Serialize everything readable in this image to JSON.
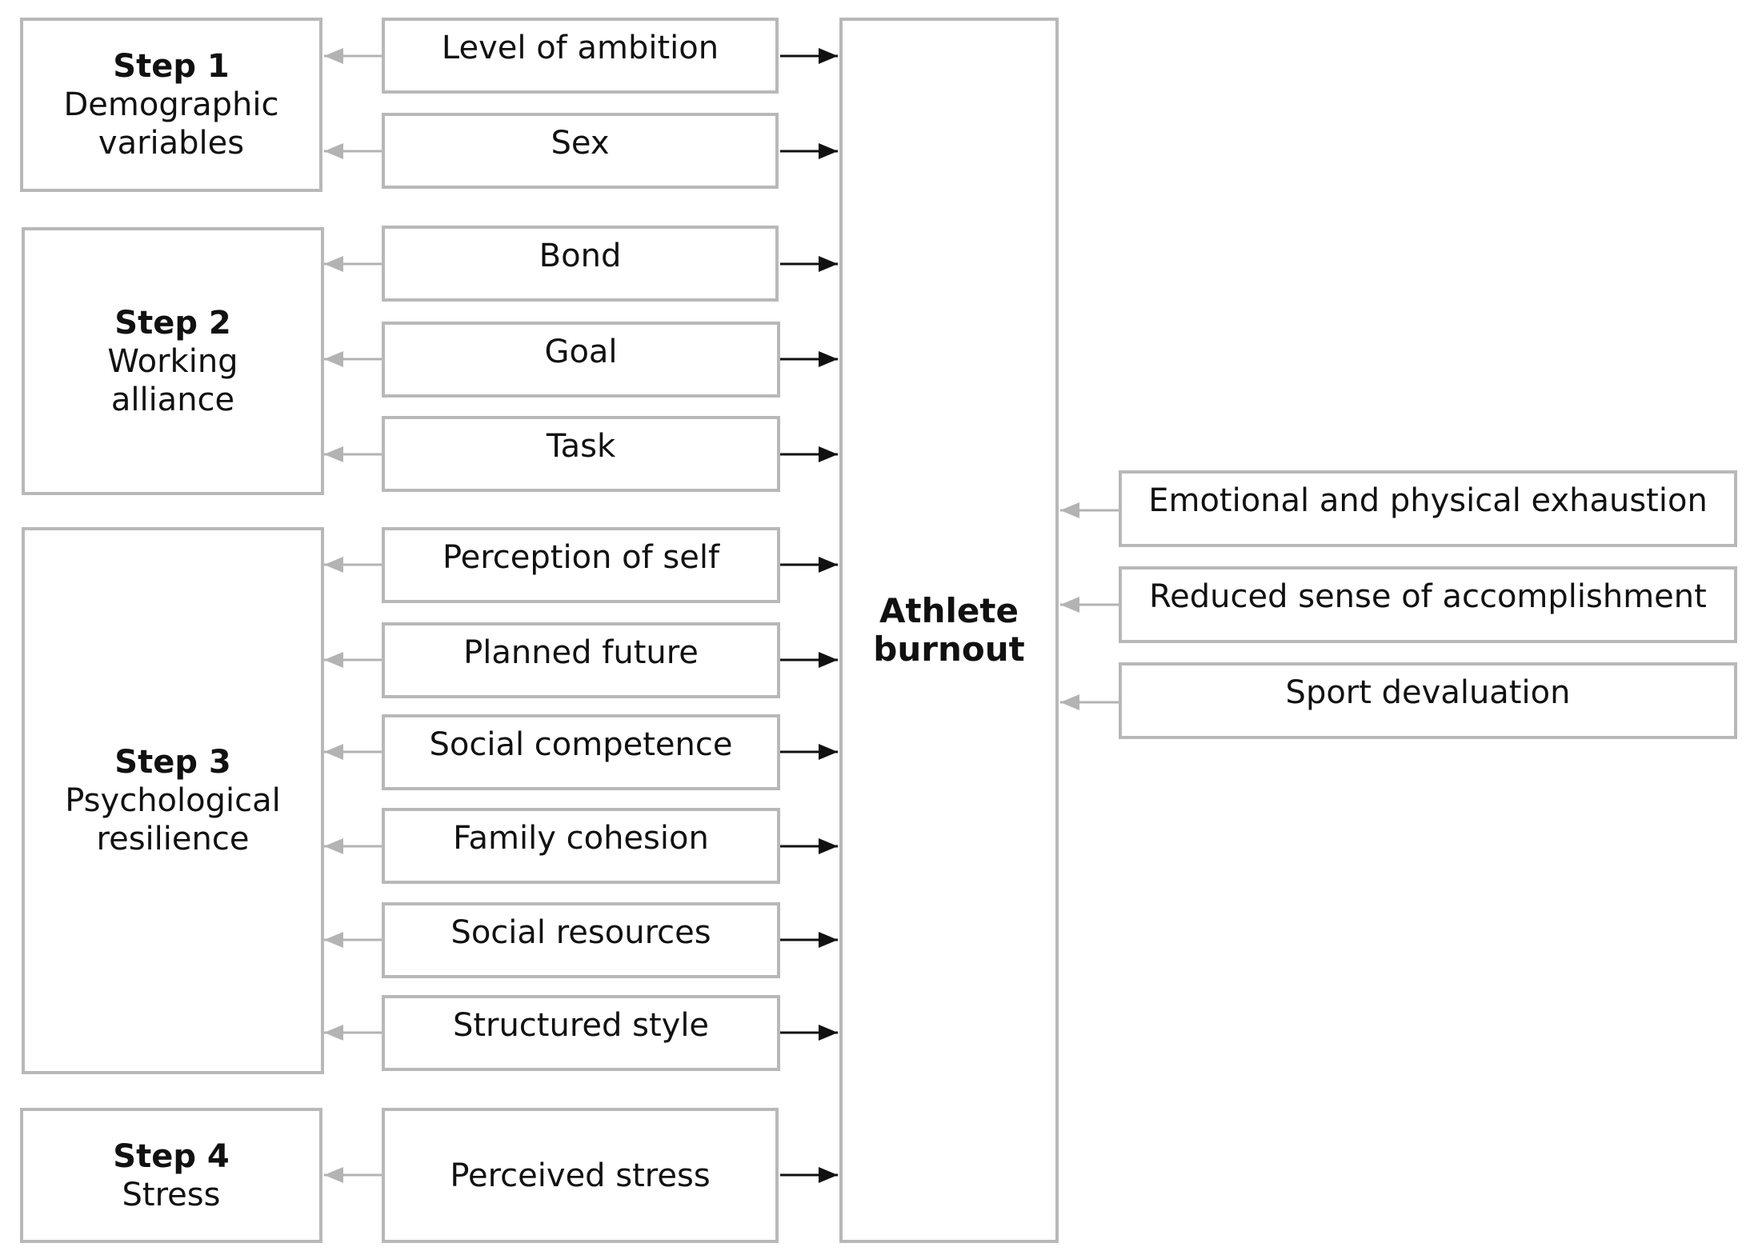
{
  "steps": [
    {
      "title": "Step 1",
      "lines": [
        "Demographic",
        "variables"
      ]
    },
    {
      "title": "Step 2",
      "lines": [
        "Working",
        "alliance"
      ]
    },
    {
      "title": "Step 3",
      "lines": [
        "Psychological",
        "resilience"
      ]
    },
    {
      "title": "Step 4",
      "lines": [
        "Stress"
      ]
    }
  ],
  "variables": [
    "Level of ambition",
    "Sex",
    "Bond",
    "Goal",
    "Task",
    "Perception of self",
    "Planned future",
    "Social competence",
    "Family cohesion",
    "Social resources",
    "Structured style",
    "Perceived stress"
  ],
  "outcome": {
    "lines": [
      "Athlete",
      "burnout"
    ]
  },
  "dimensions": [
    "Emotional and physical exhaustion",
    "Reduced sense of accomplishment",
    "Sport devaluation"
  ],
  "colors": {
    "box_border": "#b8b8b8",
    "gray_arrow": "#b3b3b3",
    "black_arrow": "#111111",
    "text": "#111111"
  }
}
